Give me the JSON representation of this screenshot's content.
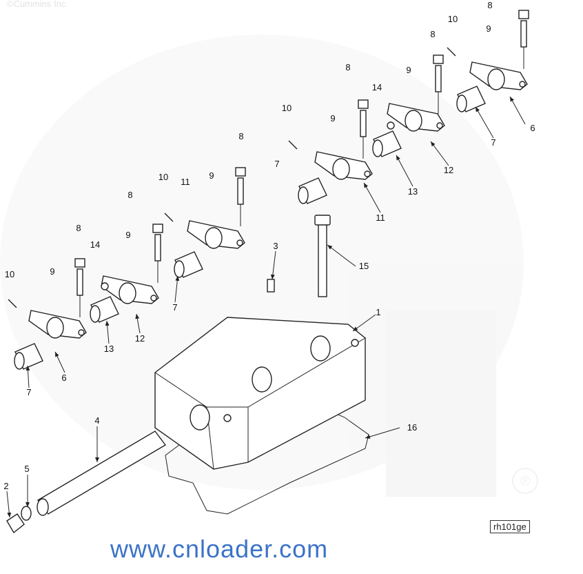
{
  "copyright": "©Cummins Inc",
  "watermark_brand": "Cummins",
  "watermark_site": "www.cnloader.com",
  "reference_code": "rh101ge",
  "registered_mark": "®",
  "callouts": [
    "8",
    "9",
    "10",
    "8",
    "9",
    "6",
    "7",
    "12",
    "14",
    "8",
    "9",
    "10",
    "13",
    "11",
    "7",
    "8",
    "9",
    "10",
    "11",
    "8",
    "9",
    "14",
    "8",
    "9",
    "10",
    "12",
    "13",
    "7",
    "6",
    "7",
    "3",
    "15",
    "1",
    "16",
    "4",
    "5",
    "2"
  ]
}
